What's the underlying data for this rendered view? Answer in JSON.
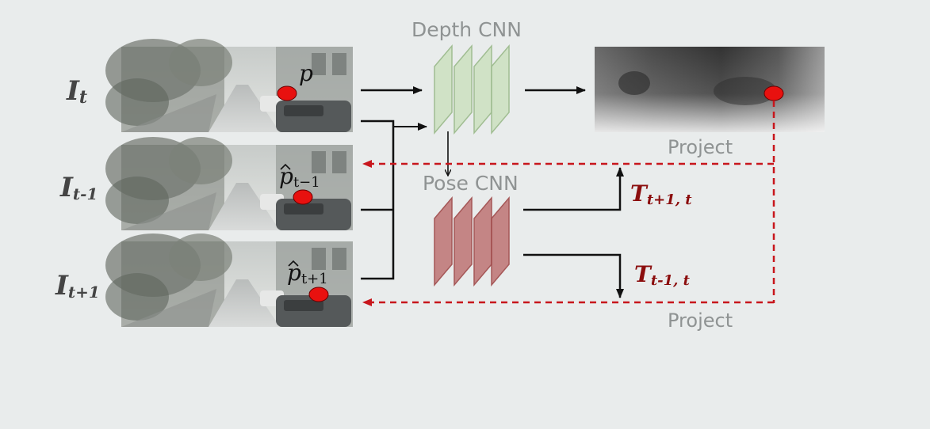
{
  "inputs": {
    "frame_t": {
      "main": "I",
      "sub": "t"
    },
    "frame_prev": {
      "main": "I",
      "sub": "t-1"
    },
    "frame_next": {
      "main": "I",
      "sub": "t+1"
    }
  },
  "points": {
    "p": "p",
    "p_prev_base": "p",
    "p_prev_sub": "t−1",
    "p_next_base": "p",
    "p_next_sub": "t+1"
  },
  "depth_cnn": {
    "label": "Depth CNN"
  },
  "pose_cnn": {
    "label": "Pose CNN"
  },
  "transforms": {
    "next_to_t": {
      "main": "T",
      "sub": "t+1, t"
    },
    "prev_to_t": {
      "main": "T",
      "sub": "t-1, t"
    }
  },
  "project_labels": {
    "upper": "Project",
    "lower": "Project"
  },
  "colors": {
    "background": "#e9ecec",
    "depth_block_fill": "#cfe2c4",
    "depth_block_stroke": "#9dbb8e",
    "pose_block_fill": "#c17d7d",
    "pose_block_stroke": "#a04b4b",
    "projection_dashed": "#c8161c",
    "pixel_marker": "#e8110f",
    "transform_text": "#8b0d0d",
    "label_gray": "#8f9393"
  }
}
